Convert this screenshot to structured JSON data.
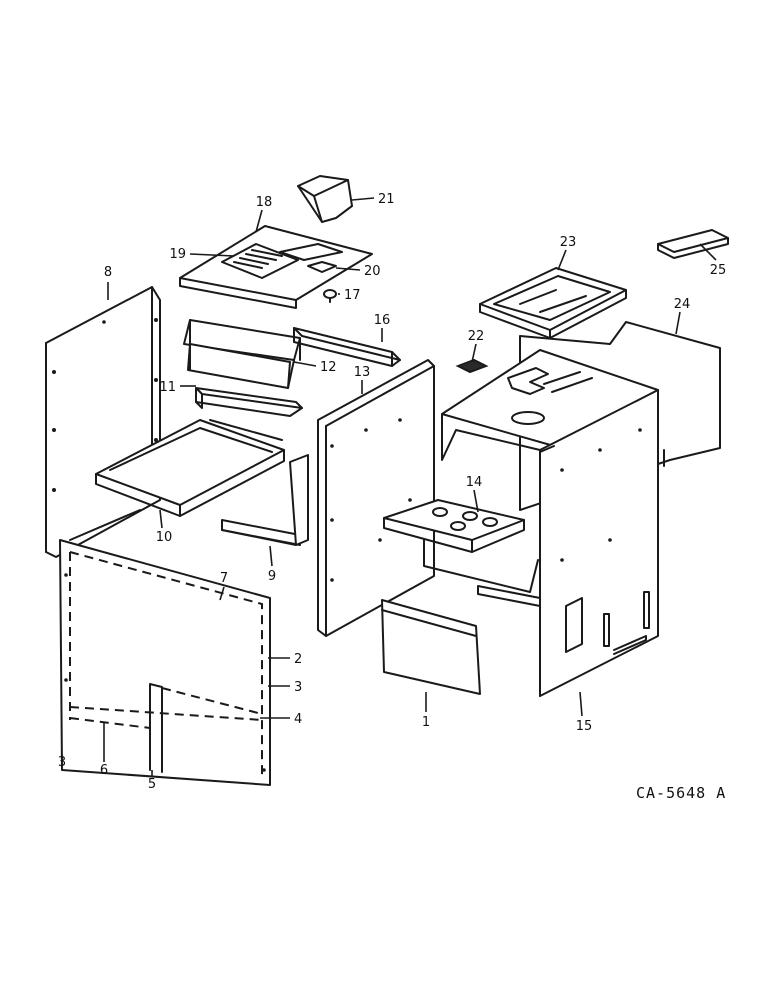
{
  "drawing_code": "CA-5648 A",
  "callouts": {
    "c1": "1",
    "c2": "2",
    "c3a": "3",
    "c3b": "3",
    "c4": "4",
    "c5": "5",
    "c6": "6",
    "c7": "7",
    "c8": "8",
    "c9": "9",
    "c10": "10",
    "c11": "11",
    "c12": "12",
    "c13": "13",
    "c14": "14",
    "c15": "15",
    "c16": "16",
    "c17": "17",
    "c18": "18",
    "c19": "19",
    "c20": "20",
    "c21": "21",
    "c22": "22",
    "c23": "23",
    "c24": "24",
    "c25": "25"
  }
}
